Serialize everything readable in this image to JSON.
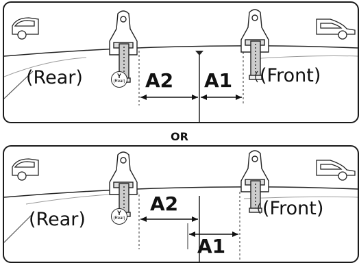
{
  "separator": "OR",
  "top": {
    "rear_label": "(Rear)",
    "front_label": "(Front)",
    "a1_label": "A1",
    "a2_label": "A2",
    "marker_letter": "Y",
    "marker_sub": "(Rear)"
  },
  "bottom": {
    "rear_label": "(Rear)",
    "front_label": "(Front)",
    "a1_label": "A1",
    "a2_label": "A2",
    "marker_letter": "Y",
    "marker_sub": "(Rear)"
  }
}
